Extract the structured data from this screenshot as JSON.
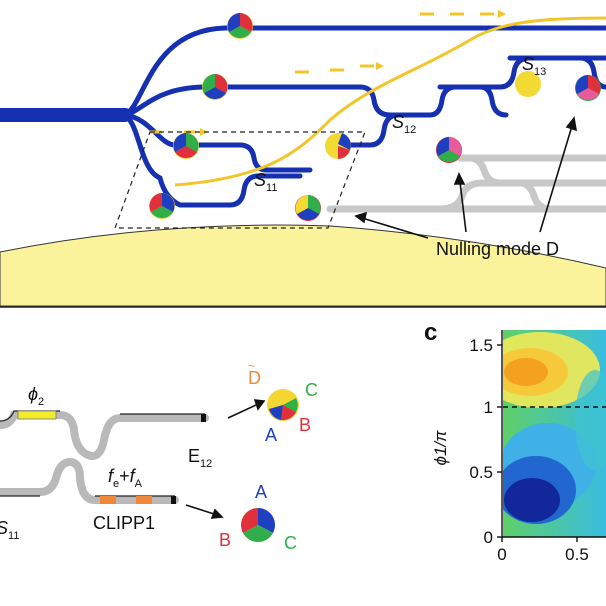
{
  "top_panel": {
    "switch_labels": [
      {
        "main": "S",
        "sub": "11"
      },
      {
        "main": "S",
        "sub": "12"
      },
      {
        "main": "S",
        "sub": "13"
      }
    ],
    "nulling_label": "Nulling mode D"
  },
  "bottom_left": {
    "phase_label": {
      "main": "ϕ",
      "sub": "2"
    },
    "freq_label": {
      "f1": "f",
      "s1": "e",
      "plus": "+",
      "f2": "f",
      "s2": "A"
    },
    "element_label": "CLIPP1",
    "output_label": {
      "main": "E",
      "sub": "12"
    },
    "switch_partial": {
      "main": "S",
      "sub": "11"
    },
    "state_top": {
      "d": "D",
      "c": "C",
      "b": "B",
      "a": "A"
    },
    "state_bottom": {
      "a": "A",
      "b": "B",
      "c": "C"
    }
  },
  "panel_c": {
    "letter": "c",
    "ylabel": "ϕ1/π",
    "y_ticks": [
      "1.5",
      "1",
      "0.5",
      "0"
    ],
    "x_ticks": [
      "0",
      "0.5"
    ],
    "colors": {
      "yellow": "#f6e84a",
      "blue": "#1b3fb0",
      "cyan": "#44c6d6",
      "green": "#5fcf6a"
    }
  }
}
